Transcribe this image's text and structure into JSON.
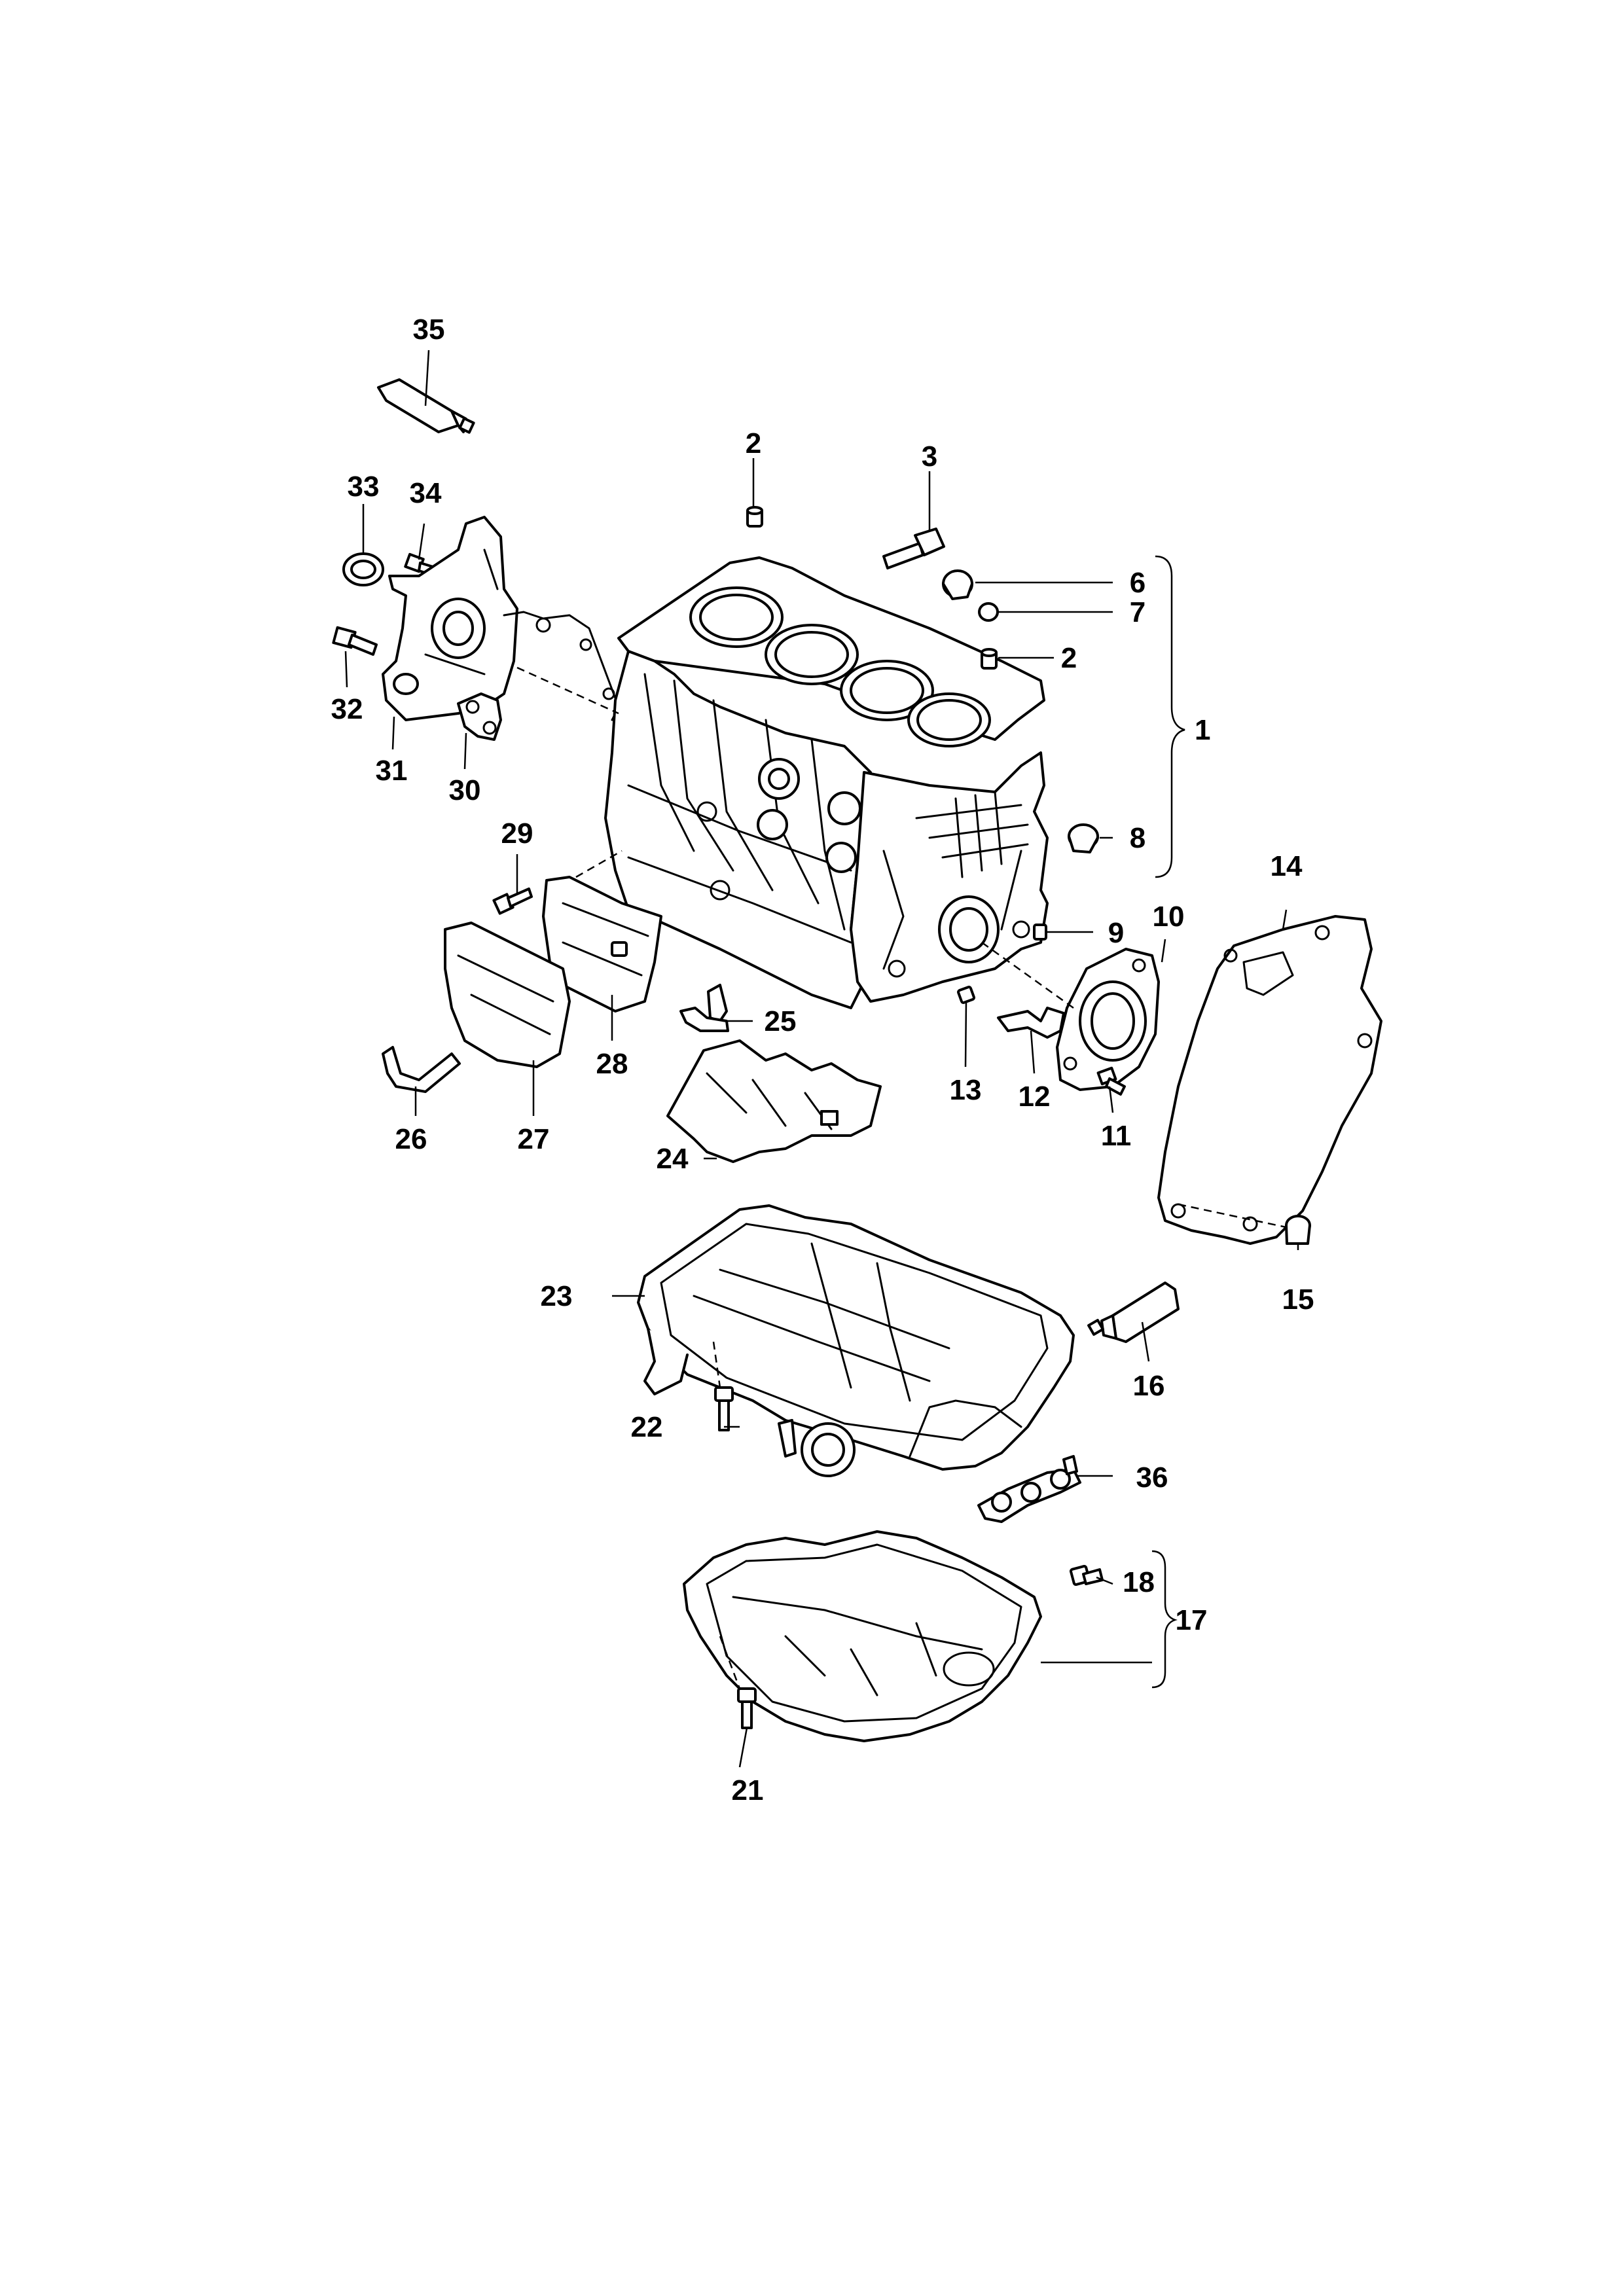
{
  "labels": {
    "p1": "1",
    "p2a": "2",
    "p2b": "2",
    "p3": "3",
    "p6": "6",
    "p7": "7",
    "p8": "8",
    "p9": "9",
    "p10": "10",
    "p11": "11",
    "p12": "12",
    "p13": "13",
    "p14": "14",
    "p15": "15",
    "p16": "16",
    "p17": "17",
    "p18": "18",
    "p21": "21",
    "p22": "22",
    "p23": "23",
    "p24": "24",
    "p25": "25",
    "p26": "26",
    "p27": "27",
    "p28": "28",
    "p29": "29",
    "p30": "30",
    "p31": "31",
    "p32": "32",
    "p33": "33",
    "p34": "34",
    "p35": "35",
    "p36": "36"
  }
}
